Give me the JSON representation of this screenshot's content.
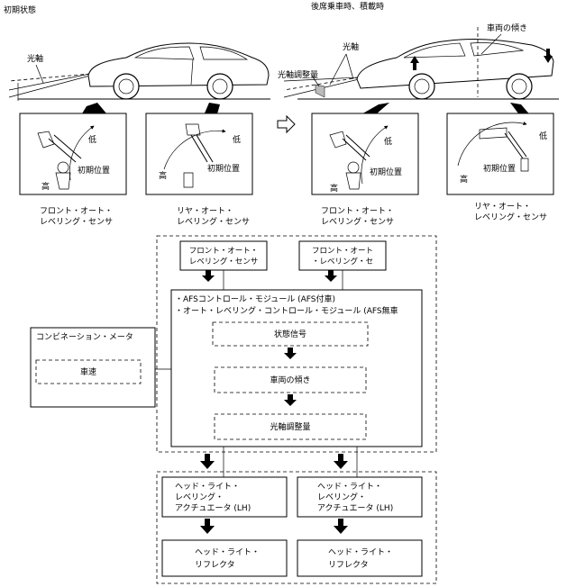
{
  "top": {
    "initial_label": "初期状態",
    "loaded_label": "後席乗車時、積載時",
    "optical_axis_left": "光軸",
    "optical_axis_right": "光軸",
    "axis_adjust_label": "光軸調整量",
    "vehicle_tilt_label": "車両の傾き",
    "panels": [
      {
        "low": "低",
        "high": "高",
        "initial": "初期位置",
        "caption1": "フロント・オート・",
        "caption2": "レベリング・センサ"
      },
      {
        "low": "低",
        "high": "高",
        "initial": "初期位置",
        "caption1": "リヤ・オート・",
        "caption2": "レベリング・センサ"
      },
      {
        "low": "低",
        "high": "高",
        "initial": "初期位置",
        "caption1": "フロント・オート・",
        "caption2": "レベリング・センサ"
      },
      {
        "low": "低",
        "high": "高",
        "initial": "初期位置",
        "caption1": "リヤ・オート・",
        "caption2": "レベリング・センサ"
      }
    ]
  },
  "flow": {
    "front_sensor": {
      "line1": "フロント・オート・",
      "line2": "レベリング・センサ"
    },
    "rear_sensor": {
      "line1": "フロント・オート",
      "line2": "・レベリング・セ"
    },
    "module_line1": "・AFSコントロール・モジュール (AFS付車)",
    "module_line2": "・オート・レベリング・コントロール・モジュール (AFS無車",
    "status_signal": "状態信号",
    "vehicle_tilt": "車両の傾き",
    "axis_adjust": "光軸調整量",
    "meter_title": "コンビネーション・メータ",
    "vehicle_speed": "車速",
    "actuator_left": {
      "line1": "ヘッド・ライト・",
      "line2": "レベリング・",
      "line3": "アクチュエータ (LH)"
    },
    "actuator_right": {
      "line1": "ヘッド・ライト・",
      "line2": "レベリング・",
      "line3": "アクチュエータ (LH)"
    },
    "reflector_left": {
      "line1": "ヘッド・ライト・",
      "line2": "リフレクタ"
    },
    "reflector_right": {
      "line1": "ヘッド・ライト・",
      "line2": "リフレクタ"
    }
  }
}
